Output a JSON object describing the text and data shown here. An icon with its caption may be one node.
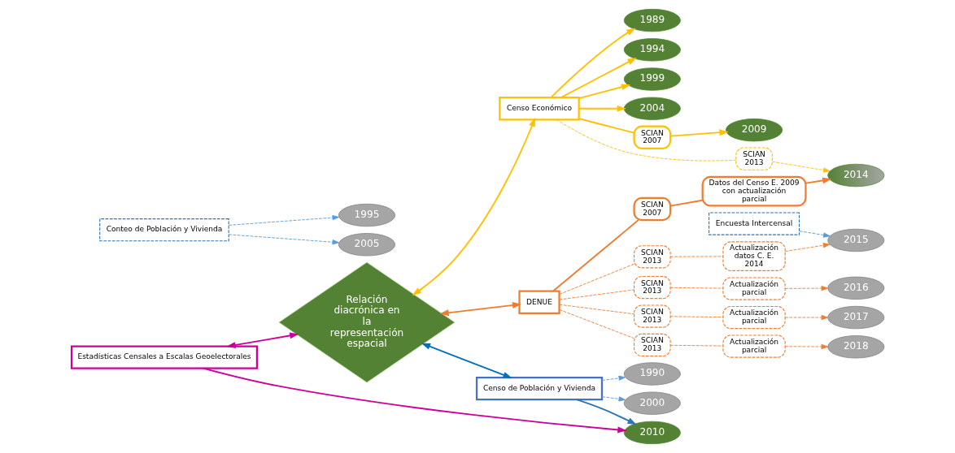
{
  "diagram": {
    "nodes": [
      {
        "text": [
          "Censo Económico"
        ]
      },
      {
        "text": [
          "1989"
        ]
      },
      {
        "text": [
          "1994"
        ]
      },
      {
        "text": [
          "1999"
        ]
      },
      {
        "text": [
          "2004"
        ]
      },
      {
        "text": [
          "SCIAN 2007"
        ]
      },
      {
        "text": [
          "2009"
        ]
      },
      {
        "text": [
          "Censo de Población y Vivienda"
        ]
      },
      {
        "text": [
          "1990"
        ]
      },
      {
        "text": [
          "1995"
        ]
      },
      {
        "text": [
          "2000"
        ]
      },
      {
        "text": [
          "2005"
        ]
      },
      {
        "text": [
          "Conteo de Población y Vivienda"
        ]
      },
      {
        "text": [
          "2010"
        ]
      },
      {
        "text": [
          "Encuesta Intercensal"
        ]
      },
      {
        "text": [
          "SCIAN 2013"
        ]
      },
      {
        "text": [
          "Estadísticas Censales a Escalas Geoelectorales"
        ]
      },
      {
        "text": [
          "2014"
        ]
      },
      {
        "text": [
          "SCIAN 2007"
        ]
      },
      {
        "text": [
          "Datos del Censo E. 2009 con actualización parcial"
        ]
      },
      {
        "text": [
          "Relación diacrónica en la representación espacial"
        ]
      },
      {
        "text": [
          "DENUE"
        ]
      },
      {
        "text": [
          "SCIAN 2013"
        ]
      },
      {
        "text": [
          "Actualización datos C. E. 2014"
        ]
      },
      {
        "text": [
          "2015"
        ]
      },
      {
        "text": [
          "SCIAN 2013"
        ]
      },
      {
        "text": [
          "Actualización parcial"
        ]
      },
      {
        "text": [
          "2016"
        ]
      },
      {
        "text": [
          "SCIAN 2013"
        ]
      },
      {
        "text": [
          "Actualización parcial"
        ]
      },
      {
        "text": [
          "2017"
        ]
      },
      {
        "text": [
          "SCIAN 2013"
        ]
      },
      {
        "text": [
          "Actualización parcial"
        ]
      },
      {
        "text": [
          "2018"
        ]
      }
    ],
    "edges": [
      {
        "from": 0,
        "to": 1,
        "arrow": "to",
        "color": "#ffc000"
      },
      {
        "from": 0,
        "to": 2,
        "arrow": "to",
        "color": "#ffc000"
      },
      {
        "from": 0,
        "to": 3,
        "arrow": "to",
        "color": "#ffc000"
      },
      {
        "from": 0,
        "to": 4,
        "arrow": "to",
        "color": "#ffc000"
      },
      {
        "from": 0,
        "to": 5,
        "arrow": "none",
        "color": "#ffc000"
      },
      {
        "from": 5,
        "to": 6,
        "arrow": "to",
        "color": "#ffc000"
      },
      {
        "from": 0,
        "to": 15,
        "arrow": "none",
        "style": "dashed",
        "color": "#ffc000"
      },
      {
        "from": 15,
        "to": 17,
        "arrow": "to",
        "style": "dashed",
        "color": "#ffc000"
      },
      {
        "from": 20,
        "to": 0,
        "arrow": "both",
        "color": "#ffc000"
      },
      {
        "from": 20,
        "to": 7,
        "arrow": "both",
        "color": "#0070c0"
      },
      {
        "from": 7,
        "to": 8,
        "arrow": "to",
        "style": "dashed",
        "color": "#5b9bd5"
      },
      {
        "from": 7,
        "to": 10,
        "arrow": "to",
        "style": "dashed",
        "color": "#5b9bd5"
      },
      {
        "from": 7,
        "to": 13,
        "arrow": "to",
        "color": "#2e75b6"
      },
      {
        "from": 12,
        "to": 9,
        "arrow": "to",
        "style": "dashed",
        "color": "#5b9bd5"
      },
      {
        "from": 12,
        "to": 11,
        "arrow": "to",
        "style": "dashed",
        "color": "#5b9bd5"
      },
      {
        "from": 14,
        "to": 24,
        "arrow": "to",
        "style": "dashed",
        "color": "#5b9bd5"
      },
      {
        "from": 16,
        "to": 13,
        "arrow": "to",
        "color": "#cc0099"
      },
      {
        "from": 16,
        "to": 20,
        "arrow": "both",
        "color": "#cc0099"
      },
      {
        "from": 20,
        "to": 21,
        "arrow": "both",
        "color": "#ed7d31"
      },
      {
        "from": 21,
        "to": 18,
        "arrow": "none",
        "color": "#ed7d31"
      },
      {
        "from": 18,
        "to": 19,
        "arrow": "none",
        "color": "#ed7d31"
      },
      {
        "from": 19,
        "to": 17,
        "arrow": "to",
        "color": "#ed7d31"
      },
      {
        "from": 21,
        "to": 22,
        "arrow": "none",
        "style": "dashed",
        "color": "#ed7d31"
      },
      {
        "from": 22,
        "to": 23,
        "arrow": "none",
        "style": "dashed",
        "color": "#ed7d31"
      },
      {
        "from": 23,
        "to": 24,
        "arrow": "to",
        "style": "dashed",
        "color": "#ed7d31"
      },
      {
        "from": 21,
        "to": 25,
        "arrow": "none",
        "style": "dashed",
        "color": "#ed7d31"
      },
      {
        "from": 25,
        "to": 26,
        "arrow": "none",
        "style": "dashed",
        "color": "#ed7d31"
      },
      {
        "from": 26,
        "to": 27,
        "arrow": "to",
        "style": "dashed",
        "color": "#ed7d31"
      },
      {
        "from": 21,
        "to": 28,
        "arrow": "none",
        "style": "dashed",
        "color": "#ed7d31"
      },
      {
        "from": 28,
        "to": 29,
        "arrow": "none",
        "style": "dashed",
        "color": "#ed7d31"
      },
      {
        "from": 29,
        "to": 30,
        "arrow": "to",
        "style": "dashed",
        "color": "#ed7d31"
      },
      {
        "from": 21,
        "to": 31,
        "arrow": "none",
        "style": "dashed",
        "color": "#ed7d31"
      },
      {
        "from": 31,
        "to": 32,
        "arrow": "none",
        "style": "dashed",
        "color": "#ed7d31"
      },
      {
        "from": 32,
        "to": 33,
        "arrow": "to",
        "style": "dashed",
        "color": "#ed7d31"
      }
    ]
  }
}
